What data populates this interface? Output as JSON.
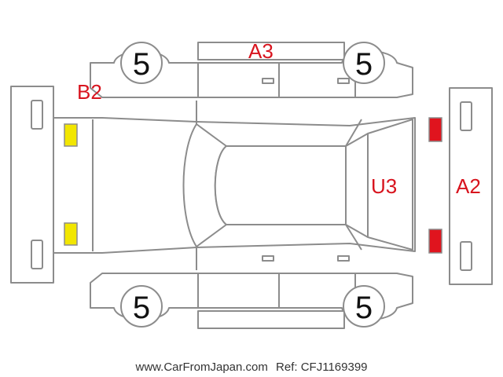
{
  "damage_codes": {
    "roof": "A3",
    "front_left": "B2",
    "rear_glass": "U3",
    "rear_bumper": "A2"
  },
  "tire_scores": {
    "front_left": "5",
    "rear_left": "5",
    "front_right": "5",
    "rear_right": "5"
  },
  "footer": {
    "site": "www.CarFromJapan.com",
    "ref": "Ref: CFJ1169399"
  },
  "colors": {
    "outline": "#8c8c8c",
    "damage_text": "#d8141e",
    "headlight": "#f2e600",
    "taillight": "#e0141e"
  }
}
